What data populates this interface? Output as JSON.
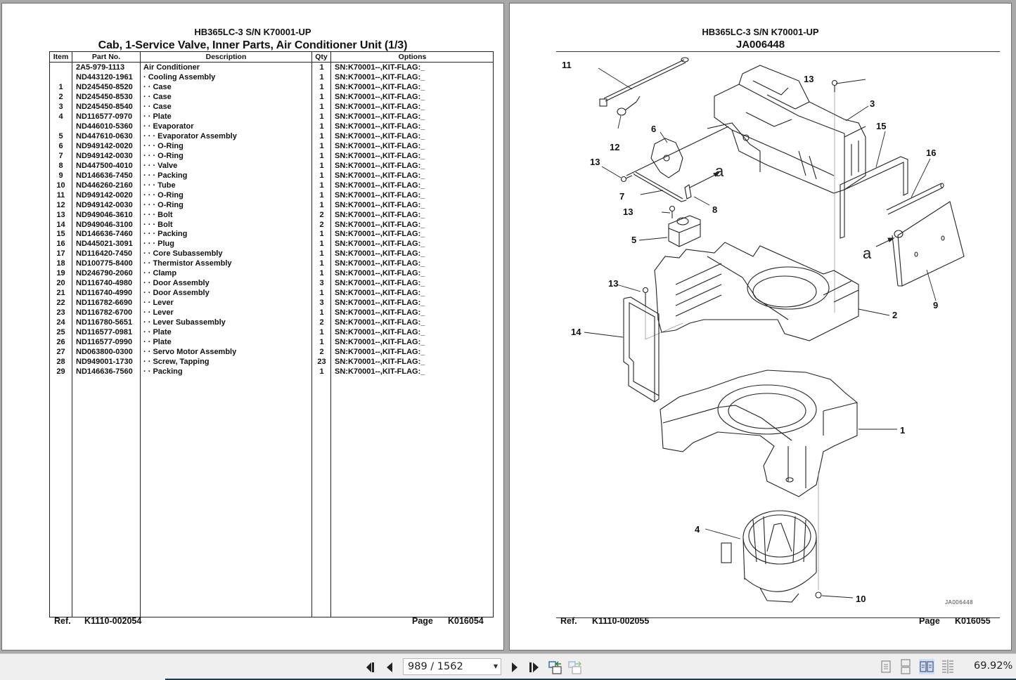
{
  "left_page": {
    "model": "HB365LC-3 S/N K70001-UP",
    "title": "Cab, 1-Service Valve, Inner Parts, Air Conditioner Unit (1/3)",
    "columns": {
      "item": "Item",
      "part_no": "Part No.",
      "description": "Description",
      "qty": "Qty",
      "options": "Options"
    },
    "rows": [
      {
        "item": "",
        "part_no": "2A5-979-1113",
        "description": "Air Conditioner",
        "qty": "1",
        "options": "SN:K70001--,KIT-FLAG:_"
      },
      {
        "item": "",
        "part_no": "ND443120-1961",
        "description": "· Cooling Assembly",
        "qty": "1",
        "options": "SN:K70001--,KIT-FLAG:_"
      },
      {
        "item": "1",
        "part_no": "ND245450-8520",
        "description": "· · Case",
        "qty": "1",
        "options": "SN:K70001--,KIT-FLAG:_"
      },
      {
        "item": "2",
        "part_no": "ND245450-8530",
        "description": "· · Case",
        "qty": "1",
        "options": "SN:K70001--,KIT-FLAG:_"
      },
      {
        "item": "3",
        "part_no": "ND245450-8540",
        "description": "· · Case",
        "qty": "1",
        "options": "SN:K70001--,KIT-FLAG:_"
      },
      {
        "item": "4",
        "part_no": "ND116577-0970",
        "description": "· · Plate",
        "qty": "1",
        "options": "SN:K70001--,KIT-FLAG:_"
      },
      {
        "item": "",
        "part_no": "ND446010-5360",
        "description": "· · Evaporator",
        "qty": "1",
        "options": "SN:K70001--,KIT-FLAG:_"
      },
      {
        "item": "5",
        "part_no": "ND447610-0630",
        "description": "· · · Evaporator Assembly",
        "qty": "1",
        "options": "SN:K70001--,KIT-FLAG:_"
      },
      {
        "item": "6",
        "part_no": "ND949142-0020",
        "description": "· · · O-Ring",
        "qty": "1",
        "options": "SN:K70001--,KIT-FLAG:_"
      },
      {
        "item": "7",
        "part_no": "ND949142-0030",
        "description": "· · · O-Ring",
        "qty": "1",
        "options": "SN:K70001--,KIT-FLAG:_"
      },
      {
        "item": "8",
        "part_no": "ND447500-4010",
        "description": "· · · Valve",
        "qty": "1",
        "options": "SN:K70001--,KIT-FLAG:_"
      },
      {
        "item": "9",
        "part_no": "ND146636-7450",
        "description": "· · · Packing",
        "qty": "1",
        "options": "SN:K70001--,KIT-FLAG:_"
      },
      {
        "item": "10",
        "part_no": "ND446260-2160",
        "description": "· · · Tube",
        "qty": "1",
        "options": "SN:K70001--,KIT-FLAG:_"
      },
      {
        "item": "11",
        "part_no": "ND949142-0020",
        "description": "· · · O-Ring",
        "qty": "1",
        "options": "SN:K70001--,KIT-FLAG:_"
      },
      {
        "item": "12",
        "part_no": "ND949142-0030",
        "description": "· · · O-Ring",
        "qty": "1",
        "options": "SN:K70001--,KIT-FLAG:_"
      },
      {
        "item": "13",
        "part_no": "ND949046-3610",
        "description": "· · · Bolt",
        "qty": "2",
        "options": "SN:K70001--,KIT-FLAG:_"
      },
      {
        "item": "14",
        "part_no": "ND949046-3100",
        "description": "· · · Bolt",
        "qty": "2",
        "options": "SN:K70001--,KIT-FLAG:_"
      },
      {
        "item": "15",
        "part_no": "ND146636-7460",
        "description": "· · · Packing",
        "qty": "1",
        "options": "SN:K70001--,KIT-FLAG:_"
      },
      {
        "item": "16",
        "part_no": "ND445021-3091",
        "description": "· · · Plug",
        "qty": "1",
        "options": "SN:K70001--,KIT-FLAG:_"
      },
      {
        "item": "17",
        "part_no": "ND116420-7450",
        "description": "· · Core Subassembly",
        "qty": "1",
        "options": "SN:K70001--,KIT-FLAG:_"
      },
      {
        "item": "18",
        "part_no": "ND100775-8400",
        "description": "· · Thermistor Assembly",
        "qty": "1",
        "options": "SN:K70001--,KIT-FLAG:_"
      },
      {
        "item": "19",
        "part_no": "ND246790-2060",
        "description": "· · Clamp",
        "qty": "1",
        "options": "SN:K70001--,KIT-FLAG:_"
      },
      {
        "item": "20",
        "part_no": "ND116740-4980",
        "description": "· · Door Assembly",
        "qty": "3",
        "options": "SN:K70001--,KIT-FLAG:_"
      },
      {
        "item": "21",
        "part_no": "ND116740-4990",
        "description": "· · Door Assembly",
        "qty": "1",
        "options": "SN:K70001--,KIT-FLAG:_"
      },
      {
        "item": "22",
        "part_no": "ND116782-6690",
        "description": "· · Lever",
        "qty": "3",
        "options": "SN:K70001--,KIT-FLAG:_"
      },
      {
        "item": "23",
        "part_no": "ND116782-6700",
        "description": "· · Lever",
        "qty": "1",
        "options": "SN:K70001--,KIT-FLAG:_"
      },
      {
        "item": "24",
        "part_no": "ND116780-5651",
        "description": "· · Lever Subassembly",
        "qty": "2",
        "options": "SN:K70001--,KIT-FLAG:_"
      },
      {
        "item": "25",
        "part_no": "ND116577-0981",
        "description": "· · Plate",
        "qty": "1",
        "options": "SN:K70001--,KIT-FLAG:_"
      },
      {
        "item": "26",
        "part_no": "ND116577-0990",
        "description": "· · Plate",
        "qty": "1",
        "options": "SN:K70001--,KIT-FLAG:_"
      },
      {
        "item": "27",
        "part_no": "ND063800-0300",
        "description": "· · Servo Motor Assembly",
        "qty": "2",
        "options": "SN:K70001--,KIT-FLAG:_"
      },
      {
        "item": "28",
        "part_no": "ND949001-1730",
        "description": "· · Screw, Tapping",
        "qty": "23",
        "options": "SN:K70001--,KIT-FLAG:_"
      },
      {
        "item": "29",
        "part_no": "ND146636-7560",
        "description": "· · Packing",
        "qty": "1",
        "options": "SN:K70001--,KIT-FLAG:_"
      }
    ],
    "footer": {
      "ref_label": "Ref.",
      "ref_value": "K1110-002054",
      "page_label": "Page",
      "page_value": "K016054"
    }
  },
  "right_page": {
    "model": "HB365LC-3 S/N K70001-UP",
    "title": "JA006448",
    "diagram": {
      "callouts": [
        "11",
        "13",
        "3",
        "6",
        "12",
        "15",
        "16",
        "13",
        "7",
        "8",
        "13",
        "5",
        "9",
        "13",
        "2",
        "14",
        "1",
        "4",
        "10"
      ],
      "detail_marker": "a",
      "drawing_id": "JA006448"
    },
    "footer": {
      "ref_label": "Ref.",
      "ref_value": "K1110-002055",
      "page_label": "Page",
      "page_value": "K016055"
    }
  },
  "toolbar": {
    "first_page_icon": "first-page-icon",
    "prev_page_icon": "prev-page-icon",
    "page_indicator": "989 / 1562",
    "current_page": 989,
    "total_pages": 1562,
    "next_page_icon": "next-page-icon",
    "last_page_icon": "last-page-icon",
    "view_modes": [
      "single-page",
      "continuous",
      "facing",
      "continuous-facing"
    ],
    "active_view_mode": "facing",
    "zoom_level": "69.92%"
  }
}
